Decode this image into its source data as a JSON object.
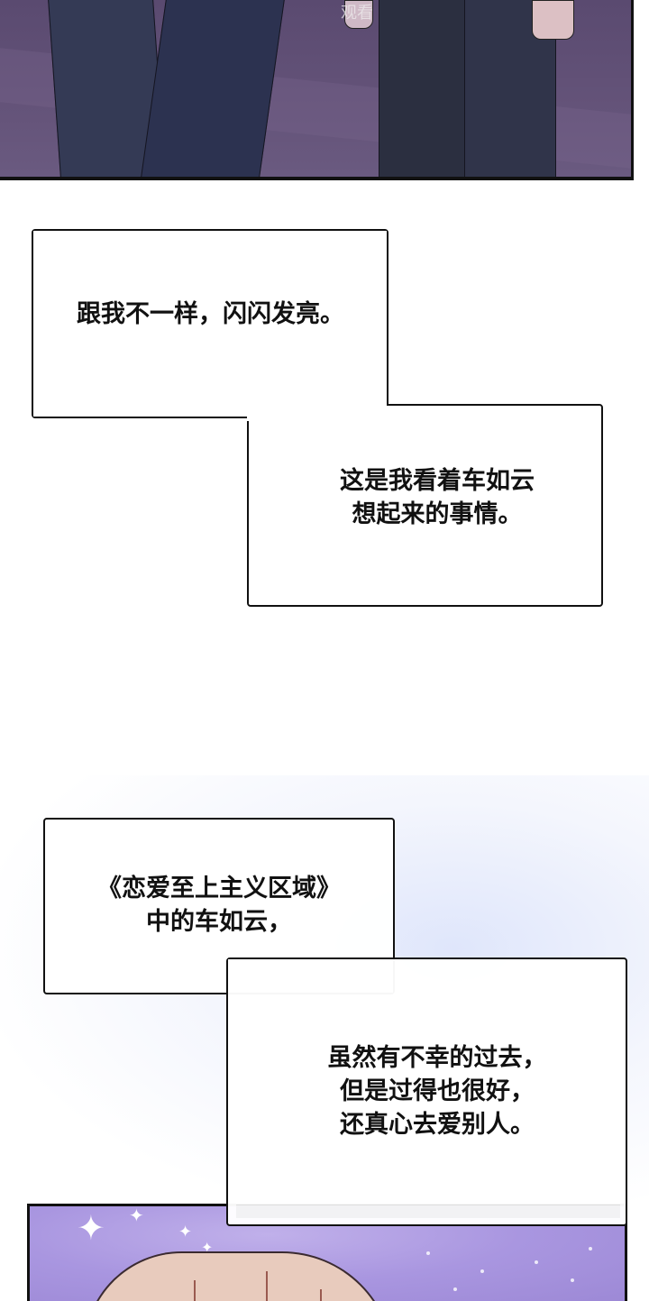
{
  "panels": {
    "top": {
      "description": "night scene, two characters' legs",
      "watermark": "观看"
    },
    "bottom": {
      "description": "sparkling purple background, character with light brown hair"
    }
  },
  "captions": [
    {
      "lines": "跟我不一样，闪闪发亮。"
    },
    {
      "lines": "这是我看着车如云\n想起来的事情。"
    },
    {
      "lines": "《恋爱至上主义区域》\n中的车如云，"
    },
    {
      "lines": "虽然有不幸的过去，\n但是过得也很好，\n还真心去爱别人。"
    }
  ],
  "colors": {
    "border": "#111111",
    "night_bg": "#5a4a70",
    "sparkle_bg": "#a996e0"
  }
}
